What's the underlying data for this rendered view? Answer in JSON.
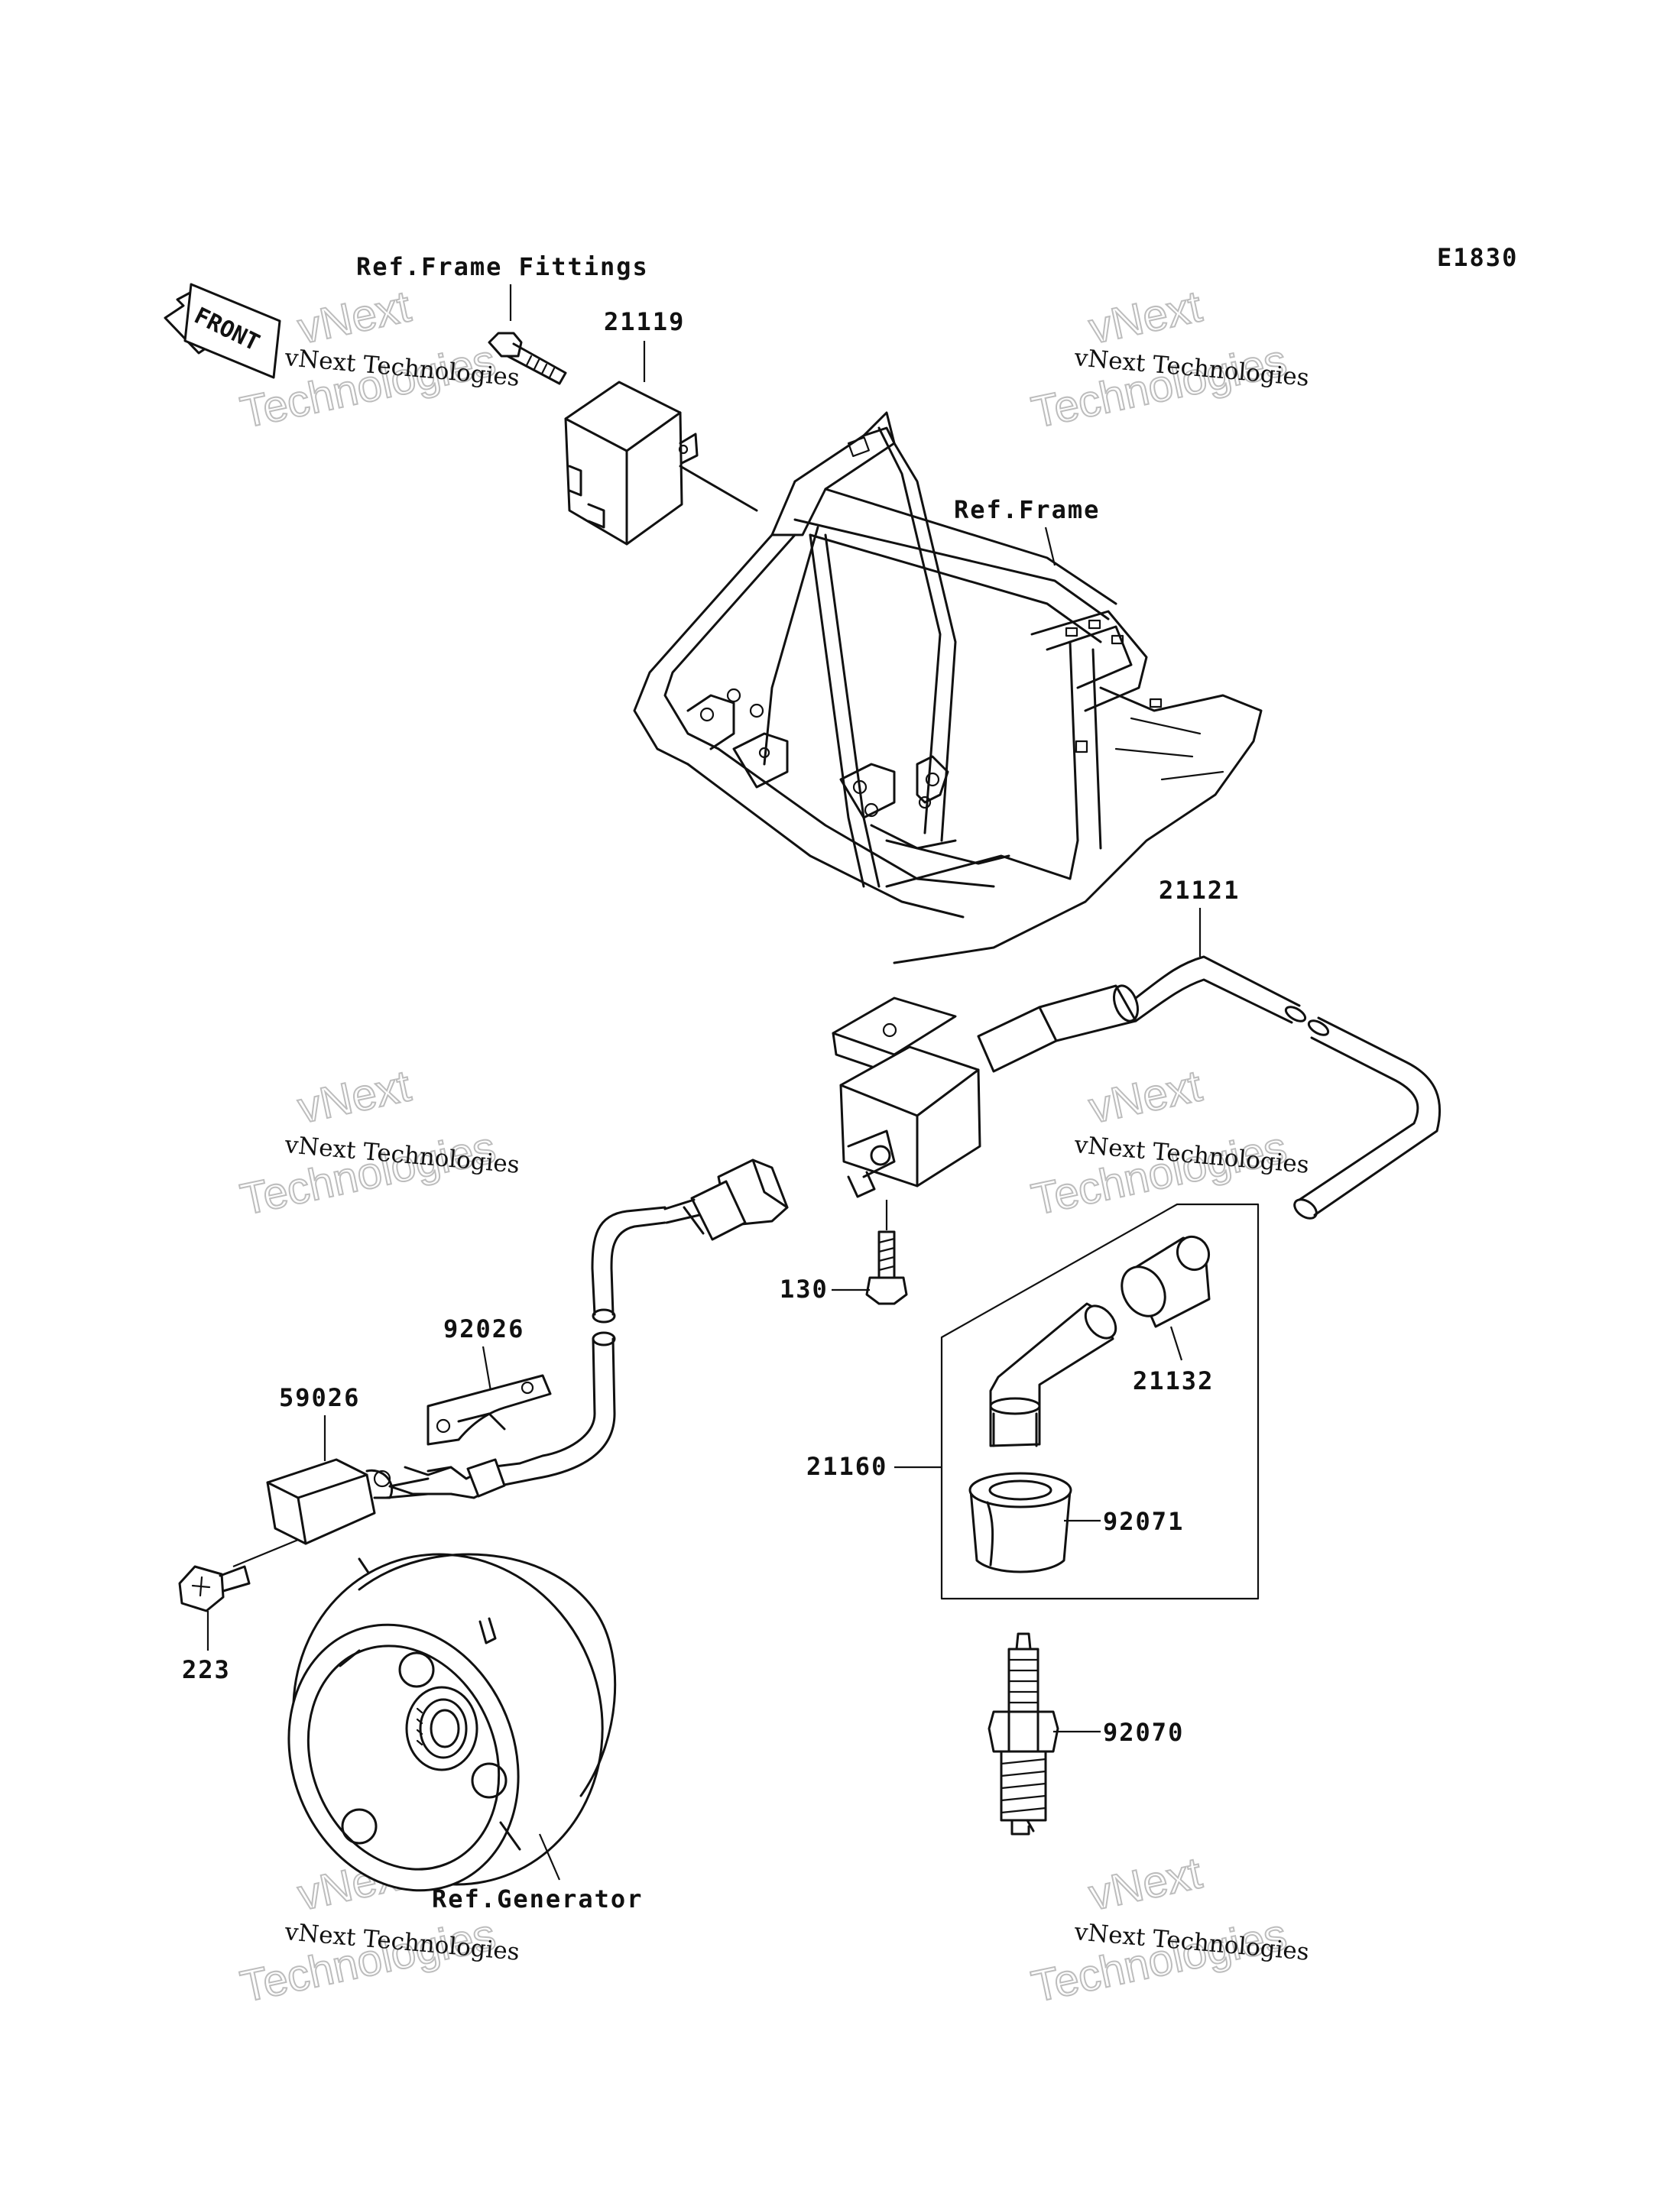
{
  "diagram_code": "E1830",
  "front_arrow_text": "FRONT",
  "labels": {
    "ref_frame_fittings": "Ref.Frame Fittings",
    "p21119": "21119",
    "ref_frame": "Ref.Frame",
    "p21121": "21121",
    "p130": "130",
    "p92026": "92026",
    "p59026": "59026",
    "p21132": "21132",
    "p21160": "21160",
    "p92071": "92071",
    "p223": "223",
    "p92070": "92070",
    "ref_generator": "Ref.Generator"
  },
  "watermark": {
    "line1": "vNext Technologies",
    "brand_top": "vNext",
    "brand_bottom": "Technologies"
  },
  "colors": {
    "line": "#111111",
    "watermark": "#bdbdbd",
    "background": "#ffffff"
  }
}
